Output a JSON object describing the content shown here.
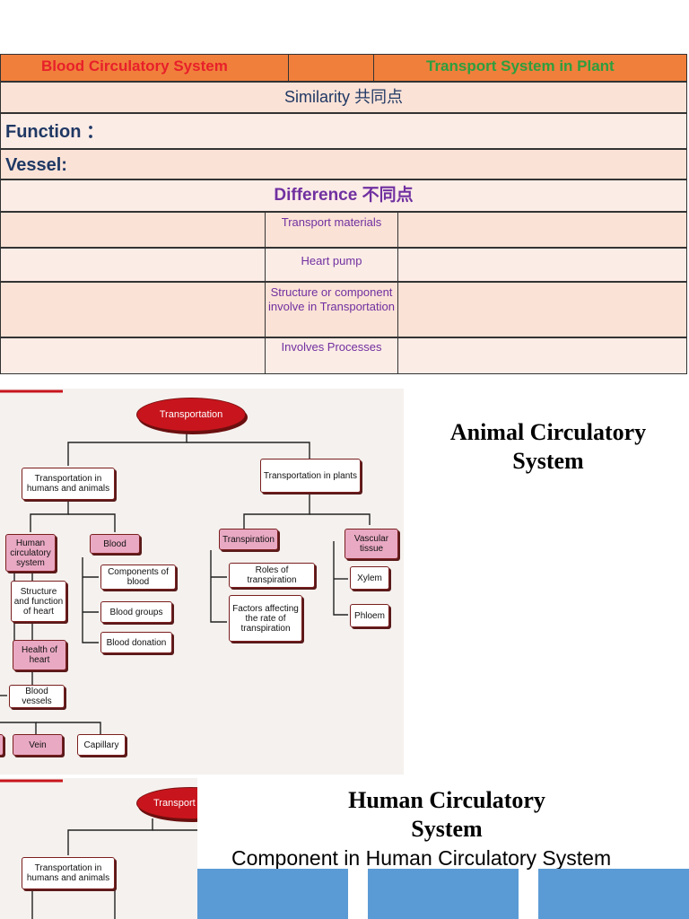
{
  "table": {
    "header_left": "Blood Circulatory System",
    "header_right": "Transport System in Plant",
    "similarity": "Similarity 共同点",
    "function_label": "Function ：",
    "vessel_label": "Vessel:",
    "difference": "Difference  不同点",
    "rows": [
      {
        "label": "Transport materials"
      },
      {
        "label": "Heart pump"
      },
      {
        "label": "Structure or component involve in Transportation"
      },
      {
        "label": "Involves Processes"
      }
    ],
    "colors": {
      "header": "#f07f3c",
      "left_header_text": "#e8202a",
      "right_header_text": "#2e9e3e",
      "row_bg": "#fbe2d6"
    }
  },
  "chart1": {
    "transportation": "Transportation",
    "humans": "Transportation in humans and animals",
    "plants": "Transportation in plants",
    "human_system": "Human circulatory system",
    "blood": "Blood",
    "transpiration": "Transpiration",
    "vascular": "Vascular tissue",
    "structure": "Structure and function of heart",
    "components": "Components of blood",
    "groups": "Blood groups",
    "donation": "Blood donation",
    "roles": "Roles of transpiration",
    "factors": "Factors affecting the rate of transpiration",
    "xylem": "Xylem",
    "phloem": "Phloem",
    "health": "Health of heart",
    "vessels": "Blood vessels",
    "vein": "Vein",
    "capillary": "Capillary"
  },
  "chart2": {
    "transport": "Transport",
    "humans": "Transportation in humans and animals"
  },
  "animal_title": "Animal Circulatory System",
  "human_title": "Human Circulatory System",
  "component_heading": "Component in Human Circulatory System"
}
